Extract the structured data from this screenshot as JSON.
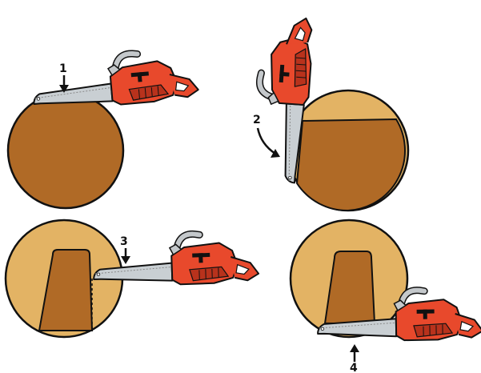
{
  "colors": {
    "wood_dark": "#b06a26",
    "wood_light": "#e3b364",
    "saw_body": "#e8492c",
    "saw_shadow": "#b8321c",
    "bar": "#c9cfd3",
    "handle": "#c4c8cb",
    "outline": "#111111"
  },
  "steps": [
    {
      "id": "1",
      "label": "1"
    },
    {
      "id": "2",
      "label": "2"
    },
    {
      "id": "3",
      "label": "3"
    },
    {
      "id": "4",
      "label": "4"
    }
  ],
  "icons": [
    "log-cross-section-icon",
    "chainsaw-icon",
    "arrow-down-icon",
    "curved-arrow-icon",
    "arrow-up-icon"
  ]
}
